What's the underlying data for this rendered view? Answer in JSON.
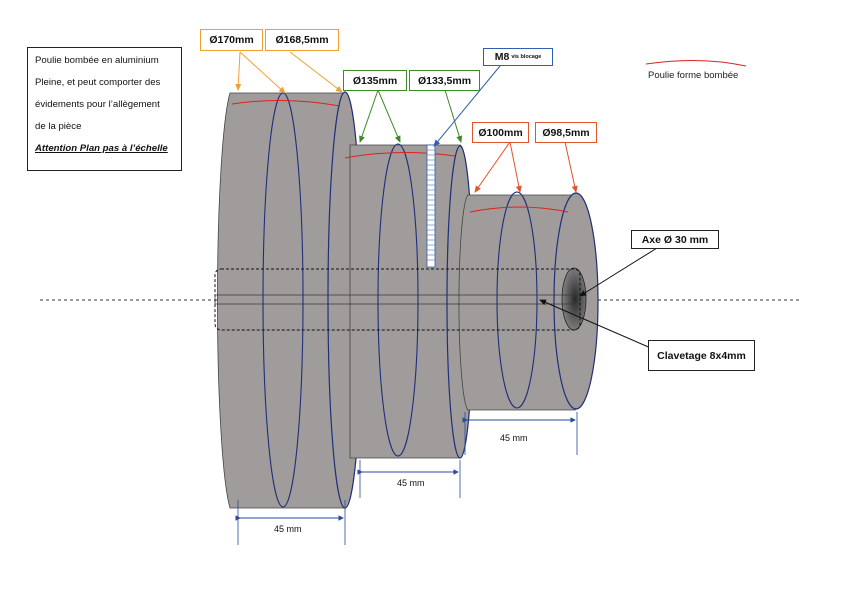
{
  "notes": {
    "line1": "Poulie bombée en aluminium",
    "line2": "Pleine, et peut comporter des",
    "line3": "évidements pour l’allègement",
    "line4": "de la pièce",
    "warning": "Attention Plan pas à l’échelle"
  },
  "labels": {
    "d170": "Ø170mm",
    "d168": "Ø168,5mm",
    "d135": "Ø135mm",
    "d133": "Ø133,5mm",
    "d100": "Ø100mm",
    "d98": "Ø98,5mm",
    "m8": "M8",
    "m8_sub": "vis blocage",
    "axe": "Axe Ø 30 mm",
    "clavetage": "Clavetage 8x4mm",
    "legend": "Poulie forme bombée"
  },
  "dimensions": {
    "w1": "45 mm",
    "w2": "45 mm",
    "w3": "45 mm"
  },
  "colors": {
    "body": "#a09c9c",
    "edge": "#1f2f7a",
    "crown": "#e02020",
    "orange": "#f0a030",
    "green": "#3c8a28",
    "red_orange": "#e0552a",
    "blue": "#2f5fb0",
    "dimension": "#2a4a9a"
  }
}
